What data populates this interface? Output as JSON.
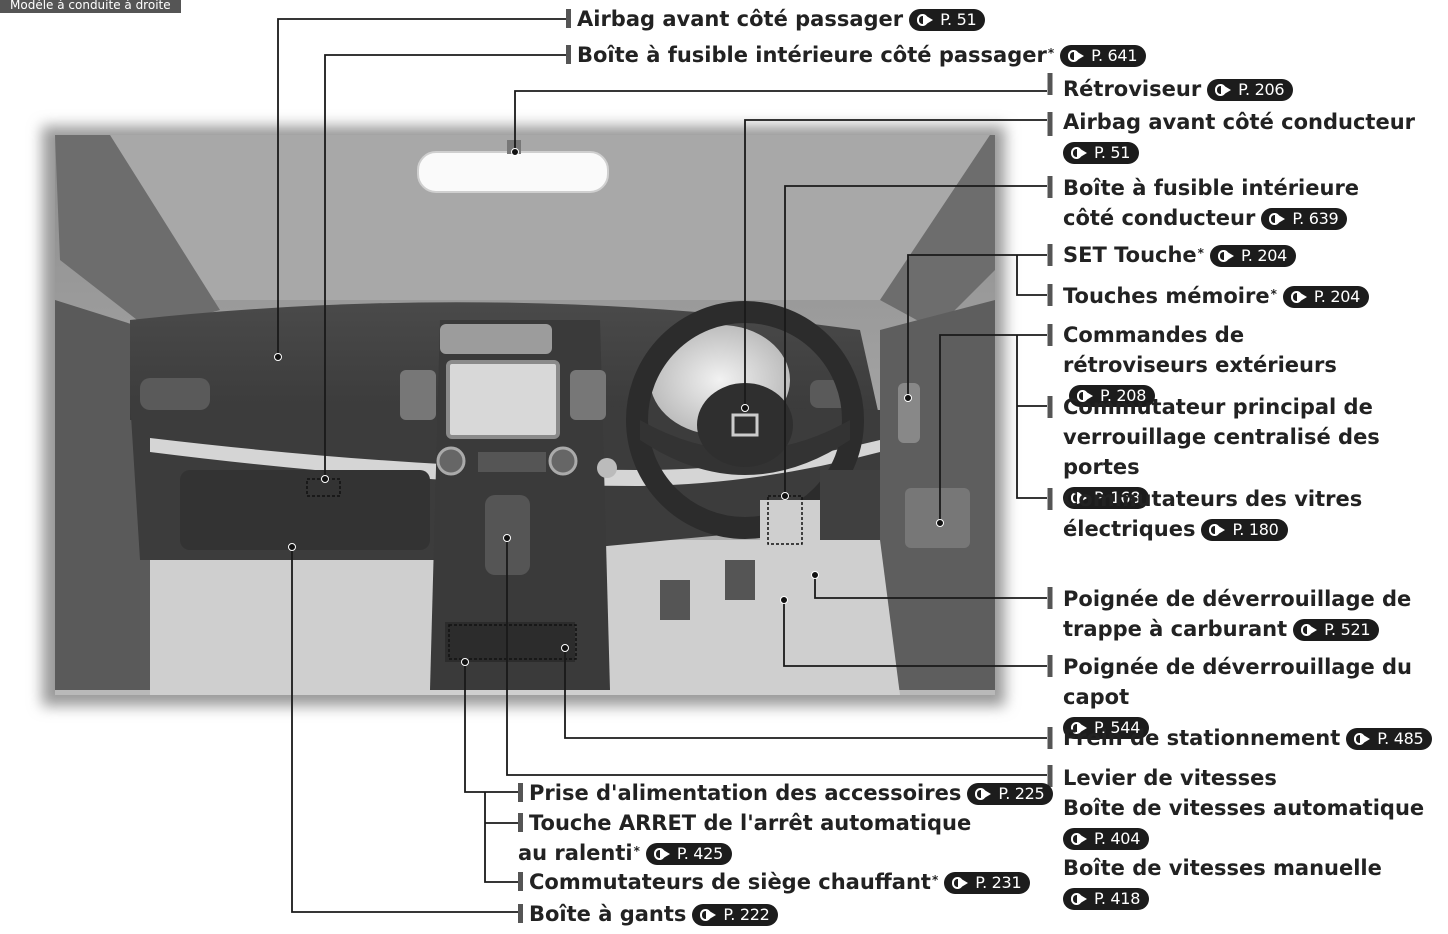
{
  "header": {
    "tag": "Modèle à conduite à droite"
  },
  "labels": {
    "airbag_passager": {
      "text": "Airbag avant côté passager",
      "ref": "P. 51"
    },
    "fusible_passager": {
      "text": "Boîte à fusible intérieure côté passager",
      "mark": "*",
      "ref": "P. 641"
    },
    "retroviseur": {
      "text": "Rétroviseur",
      "ref": "P. 206"
    },
    "airbag_conducteur": {
      "text": "Airbag avant côté conducteur",
      "ref": "P. 51"
    },
    "fusible_conducteur": {
      "text": "Boîte à fusible intérieure côté conducteur",
      "ref": "P. 639"
    },
    "set_touche": {
      "text": "SET Touche",
      "mark": "*",
      "ref": "P. 204"
    },
    "touches_memoire": {
      "text": "Touches mémoire",
      "mark": "*",
      "ref": "P. 204"
    },
    "commandes_retro": {
      "text": "Commandes de rétroviseurs extérieurs",
      "ref": "P. 208"
    },
    "verrouillage": {
      "text": "Commutateur principal de verrouillage centralisé des portes",
      "ref": "P. 168"
    },
    "vitres": {
      "text": "Commutateurs des vitres électriques",
      "ref": "P. 180"
    },
    "trappe": {
      "text": "Poignée de déverrouillage de trappe à carburant",
      "ref": "P. 521"
    },
    "capot": {
      "text": "Poignée de déverrouillage du capot",
      "ref": "P. 544"
    },
    "frein": {
      "text": "Frein de stationnement",
      "ref": "P. 485"
    },
    "levier": {
      "text": "Levier de vitesses",
      "auto": "Boîte de vitesses automatique",
      "auto_ref": "P. 404",
      "manuelle": "Boîte de vitesses manuelle",
      "manuelle_ref": "P. 418"
    },
    "prise": {
      "text": "Prise d'alimentation des accessoires",
      "ref": "P. 225"
    },
    "arret": {
      "text": "Touche ARRET de l'arrêt automatique au ralenti",
      "mark": "*",
      "ref": "P. 425"
    },
    "siege": {
      "text": "Commutateurs de siège chauffant",
      "mark": "*",
      "ref": "P. 231"
    },
    "gants": {
      "text": "Boîte à gants",
      "ref": "P. 222"
    }
  }
}
